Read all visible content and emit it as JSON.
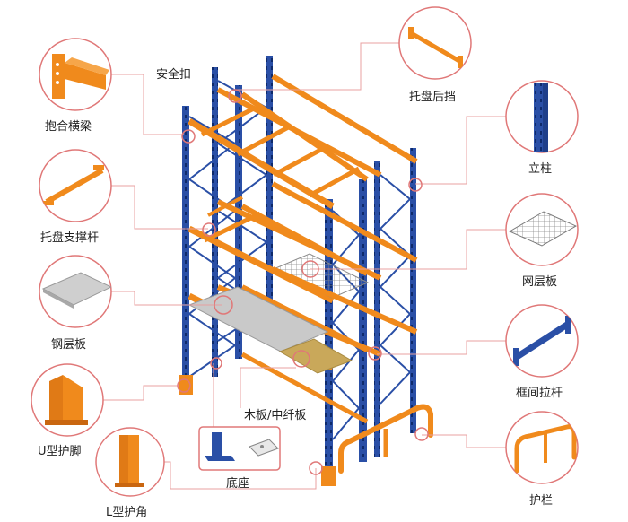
{
  "colors": {
    "upright": "#2a4fa6",
    "beam": "#f08a1c",
    "callout_line": "#e8a0a0",
    "circle_border": "#e07878",
    "steel_panel": "#c8c8c8",
    "wood_panel": "#c9a85a",
    "label_text": "#222222"
  },
  "labels": {
    "safety_pin": "安全扣",
    "hug_beam": "抱合横梁",
    "pallet_support": "托盘支撑杆",
    "steel_deck": "钢层板",
    "u_guard": "U型护脚",
    "l_guard": "L型护角",
    "base_plate": "底座",
    "wood_deck": "木板/中纤板",
    "pallet_stop": "托盘后挡",
    "upright": "立柱",
    "wire_deck": "网层板",
    "frame_brace": "框间拉杆",
    "guard_rail": "护栏"
  },
  "icons": {
    "hug_beam": "hug-beam-icon",
    "pallet_support": "pallet-support-bar-icon",
    "steel_deck": "steel-deck-icon",
    "u_guard": "u-guard-icon",
    "l_guard": "l-guard-icon",
    "base_plate": "base-plate-icon",
    "pallet_stop": "pallet-stop-icon",
    "upright": "upright-column-icon",
    "wire_deck": "wire-deck-icon",
    "frame_brace": "frame-brace-icon",
    "guard_rail": "guard-rail-icon"
  }
}
